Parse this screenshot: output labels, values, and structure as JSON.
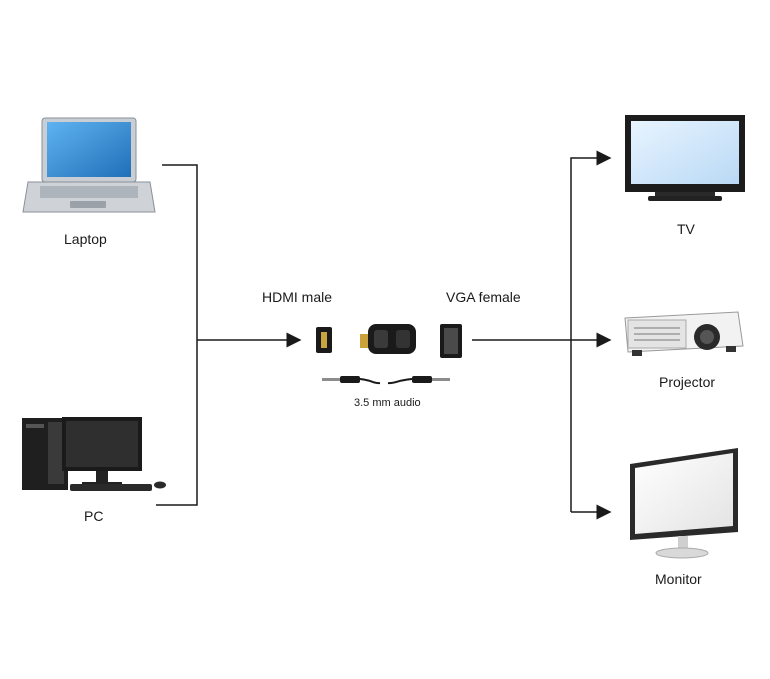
{
  "sources": [
    {
      "label": "Laptop",
      "icon": "laptop-icon"
    },
    {
      "label": "PC",
      "icon": "desktop-pc-icon"
    }
  ],
  "adapter": {
    "input_label": "HDMI male",
    "output_label": "VGA female",
    "audio_label": "3.5 mm audio",
    "icons": [
      "hdmi-port-icon",
      "adapter-icon",
      "vga-port-icon",
      "audio-cable-icon"
    ]
  },
  "outputs": [
    {
      "label": "TV",
      "icon": "tv-icon"
    },
    {
      "label": "Projector",
      "icon": "projector-icon"
    },
    {
      "label": "Monitor",
      "icon": "monitor-icon"
    }
  ],
  "colors": {
    "line": "#1a1a1a",
    "screen": "#3a8fd8",
    "device": "#2b2b2b"
  }
}
